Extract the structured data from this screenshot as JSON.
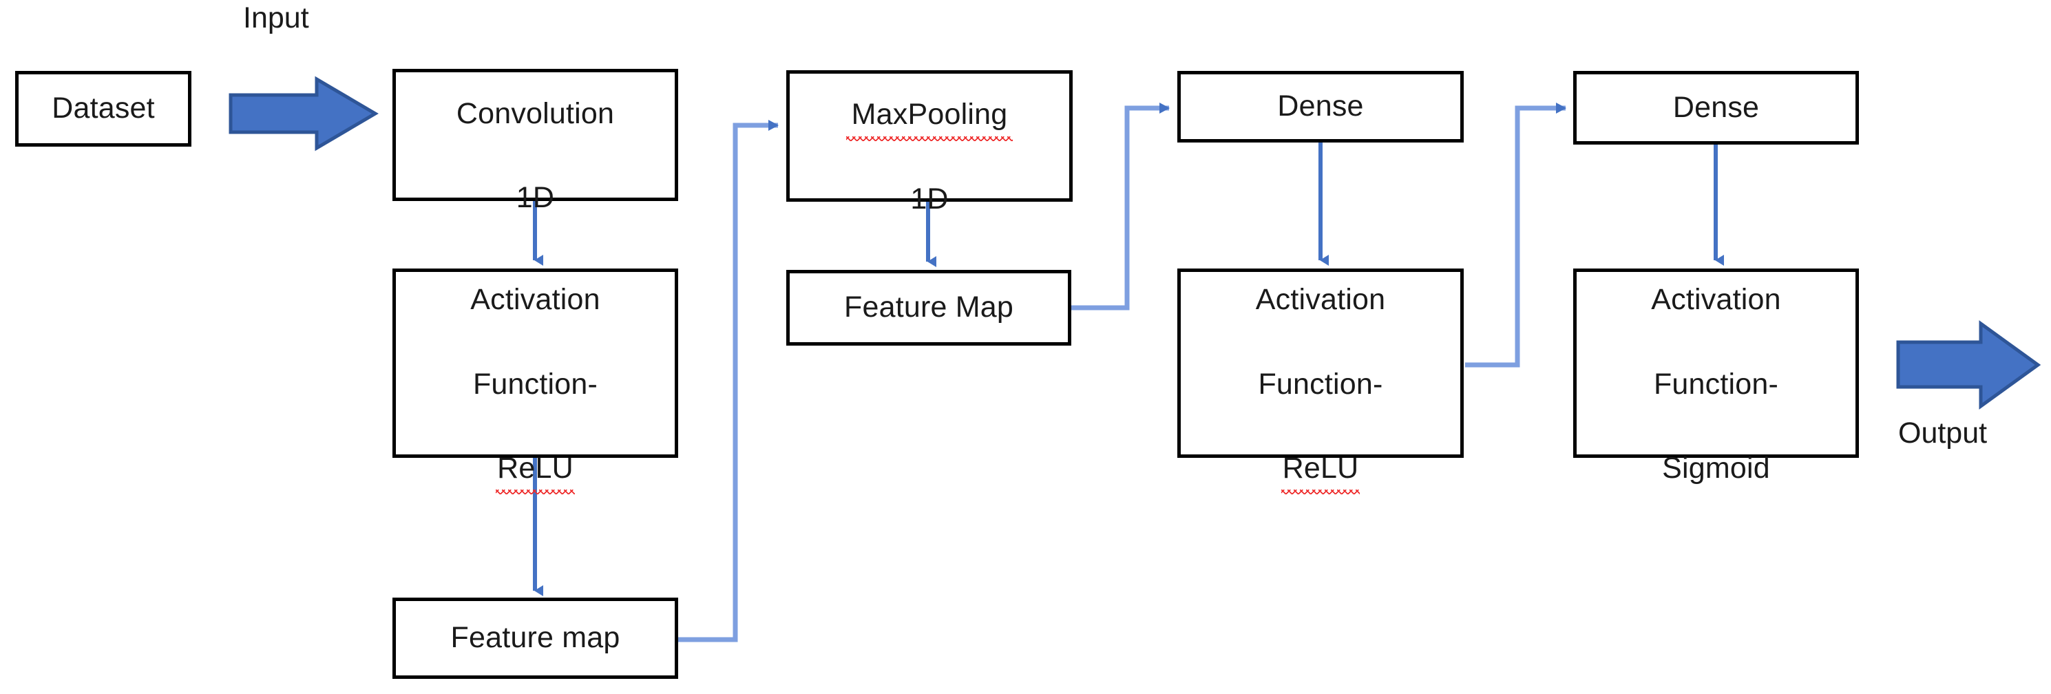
{
  "diagram": {
    "title": "1D CNN model architecture flow",
    "background_color": "#ffffff",
    "box_border_color": "#000000",
    "connector_color": "#4472C4",
    "block_arrow_color": "#4472C4",
    "spellcheck_underline_color": "#ee2b2b"
  },
  "labels": {
    "input": "Input",
    "output": "Output"
  },
  "nodes": {
    "dataset": {
      "text": "Dataset"
    },
    "convolution_1d": {
      "line1": "Convolution",
      "line2": "1D"
    },
    "activation_relu_1": {
      "line1": "Activation",
      "line2": "Function-",
      "line3": "ReLU"
    },
    "feature_map_1": {
      "text": "Feature map"
    },
    "maxpooling_1d": {
      "line1": "MaxPooling",
      "line2": "1D"
    },
    "feature_map_2": {
      "text": "Feature Map"
    },
    "dense_1": {
      "text": "Dense"
    },
    "activation_relu_2": {
      "line1": "Activation",
      "line2": "Function-",
      "line3": "ReLU"
    },
    "dense_2": {
      "text": "Dense"
    },
    "activation_sigmoid": {
      "line1": "Activation",
      "line2": "Function-",
      "line3": "Sigmoid"
    }
  },
  "connections": [
    {
      "from": "dataset",
      "to": "convolution_1d",
      "style": "block-arrow",
      "label": "Input"
    },
    {
      "from": "convolution_1d",
      "to": "activation_relu_1",
      "style": "straight-down"
    },
    {
      "from": "activation_relu_1",
      "to": "feature_map_1",
      "style": "straight-down"
    },
    {
      "from": "feature_map_1",
      "to": "maxpooling_1d",
      "style": "elbow-right-up-right"
    },
    {
      "from": "maxpooling_1d",
      "to": "feature_map_2",
      "style": "straight-down"
    },
    {
      "from": "feature_map_2",
      "to": "dense_1",
      "style": "elbow-right-up-right"
    },
    {
      "from": "dense_1",
      "to": "activation_relu_2",
      "style": "straight-down"
    },
    {
      "from": "activation_relu_2",
      "to": "dense_2",
      "style": "elbow-right-up-right"
    },
    {
      "from": "dense_2",
      "to": "activation_sigmoid",
      "style": "straight-down"
    },
    {
      "from": "activation_sigmoid",
      "to": "output",
      "style": "block-arrow",
      "label": "Output"
    }
  ],
  "spellcheck_flagged_words": [
    "ReLU",
    "MaxPooling"
  ]
}
